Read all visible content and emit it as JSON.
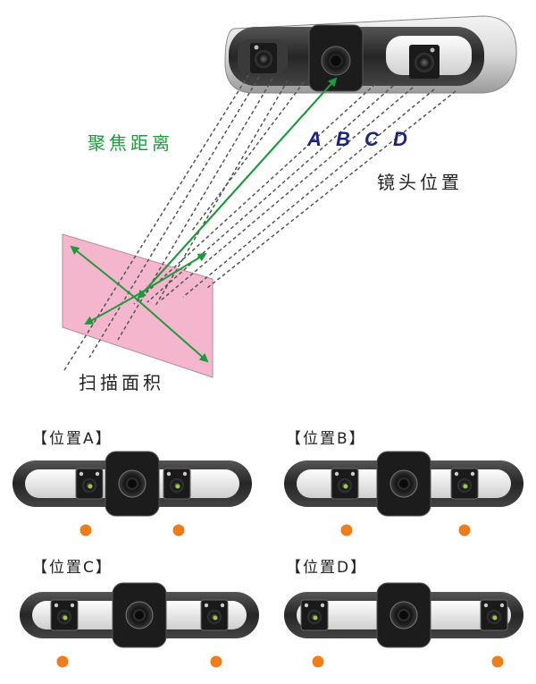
{
  "labels": {
    "focus_distance": "聚焦距离",
    "lens_position": "镜头位置",
    "scan_area": "扫描面积",
    "letters": [
      "A",
      "B",
      "C",
      "D"
    ]
  },
  "panels": [
    {
      "title": "【位置A】",
      "position": "A"
    },
    {
      "title": "【位置B】",
      "position": "B"
    },
    {
      "title": "【位置C】",
      "position": "C"
    },
    {
      "title": "【位置D】",
      "position": "D"
    }
  ],
  "colors": {
    "focus_arrow": "#1e9a3c",
    "scan_area_fill": "#f4b6cd",
    "letters": "#1a237e",
    "dot": "#ee7d1c",
    "device_frame": "#2b2b2b"
  }
}
